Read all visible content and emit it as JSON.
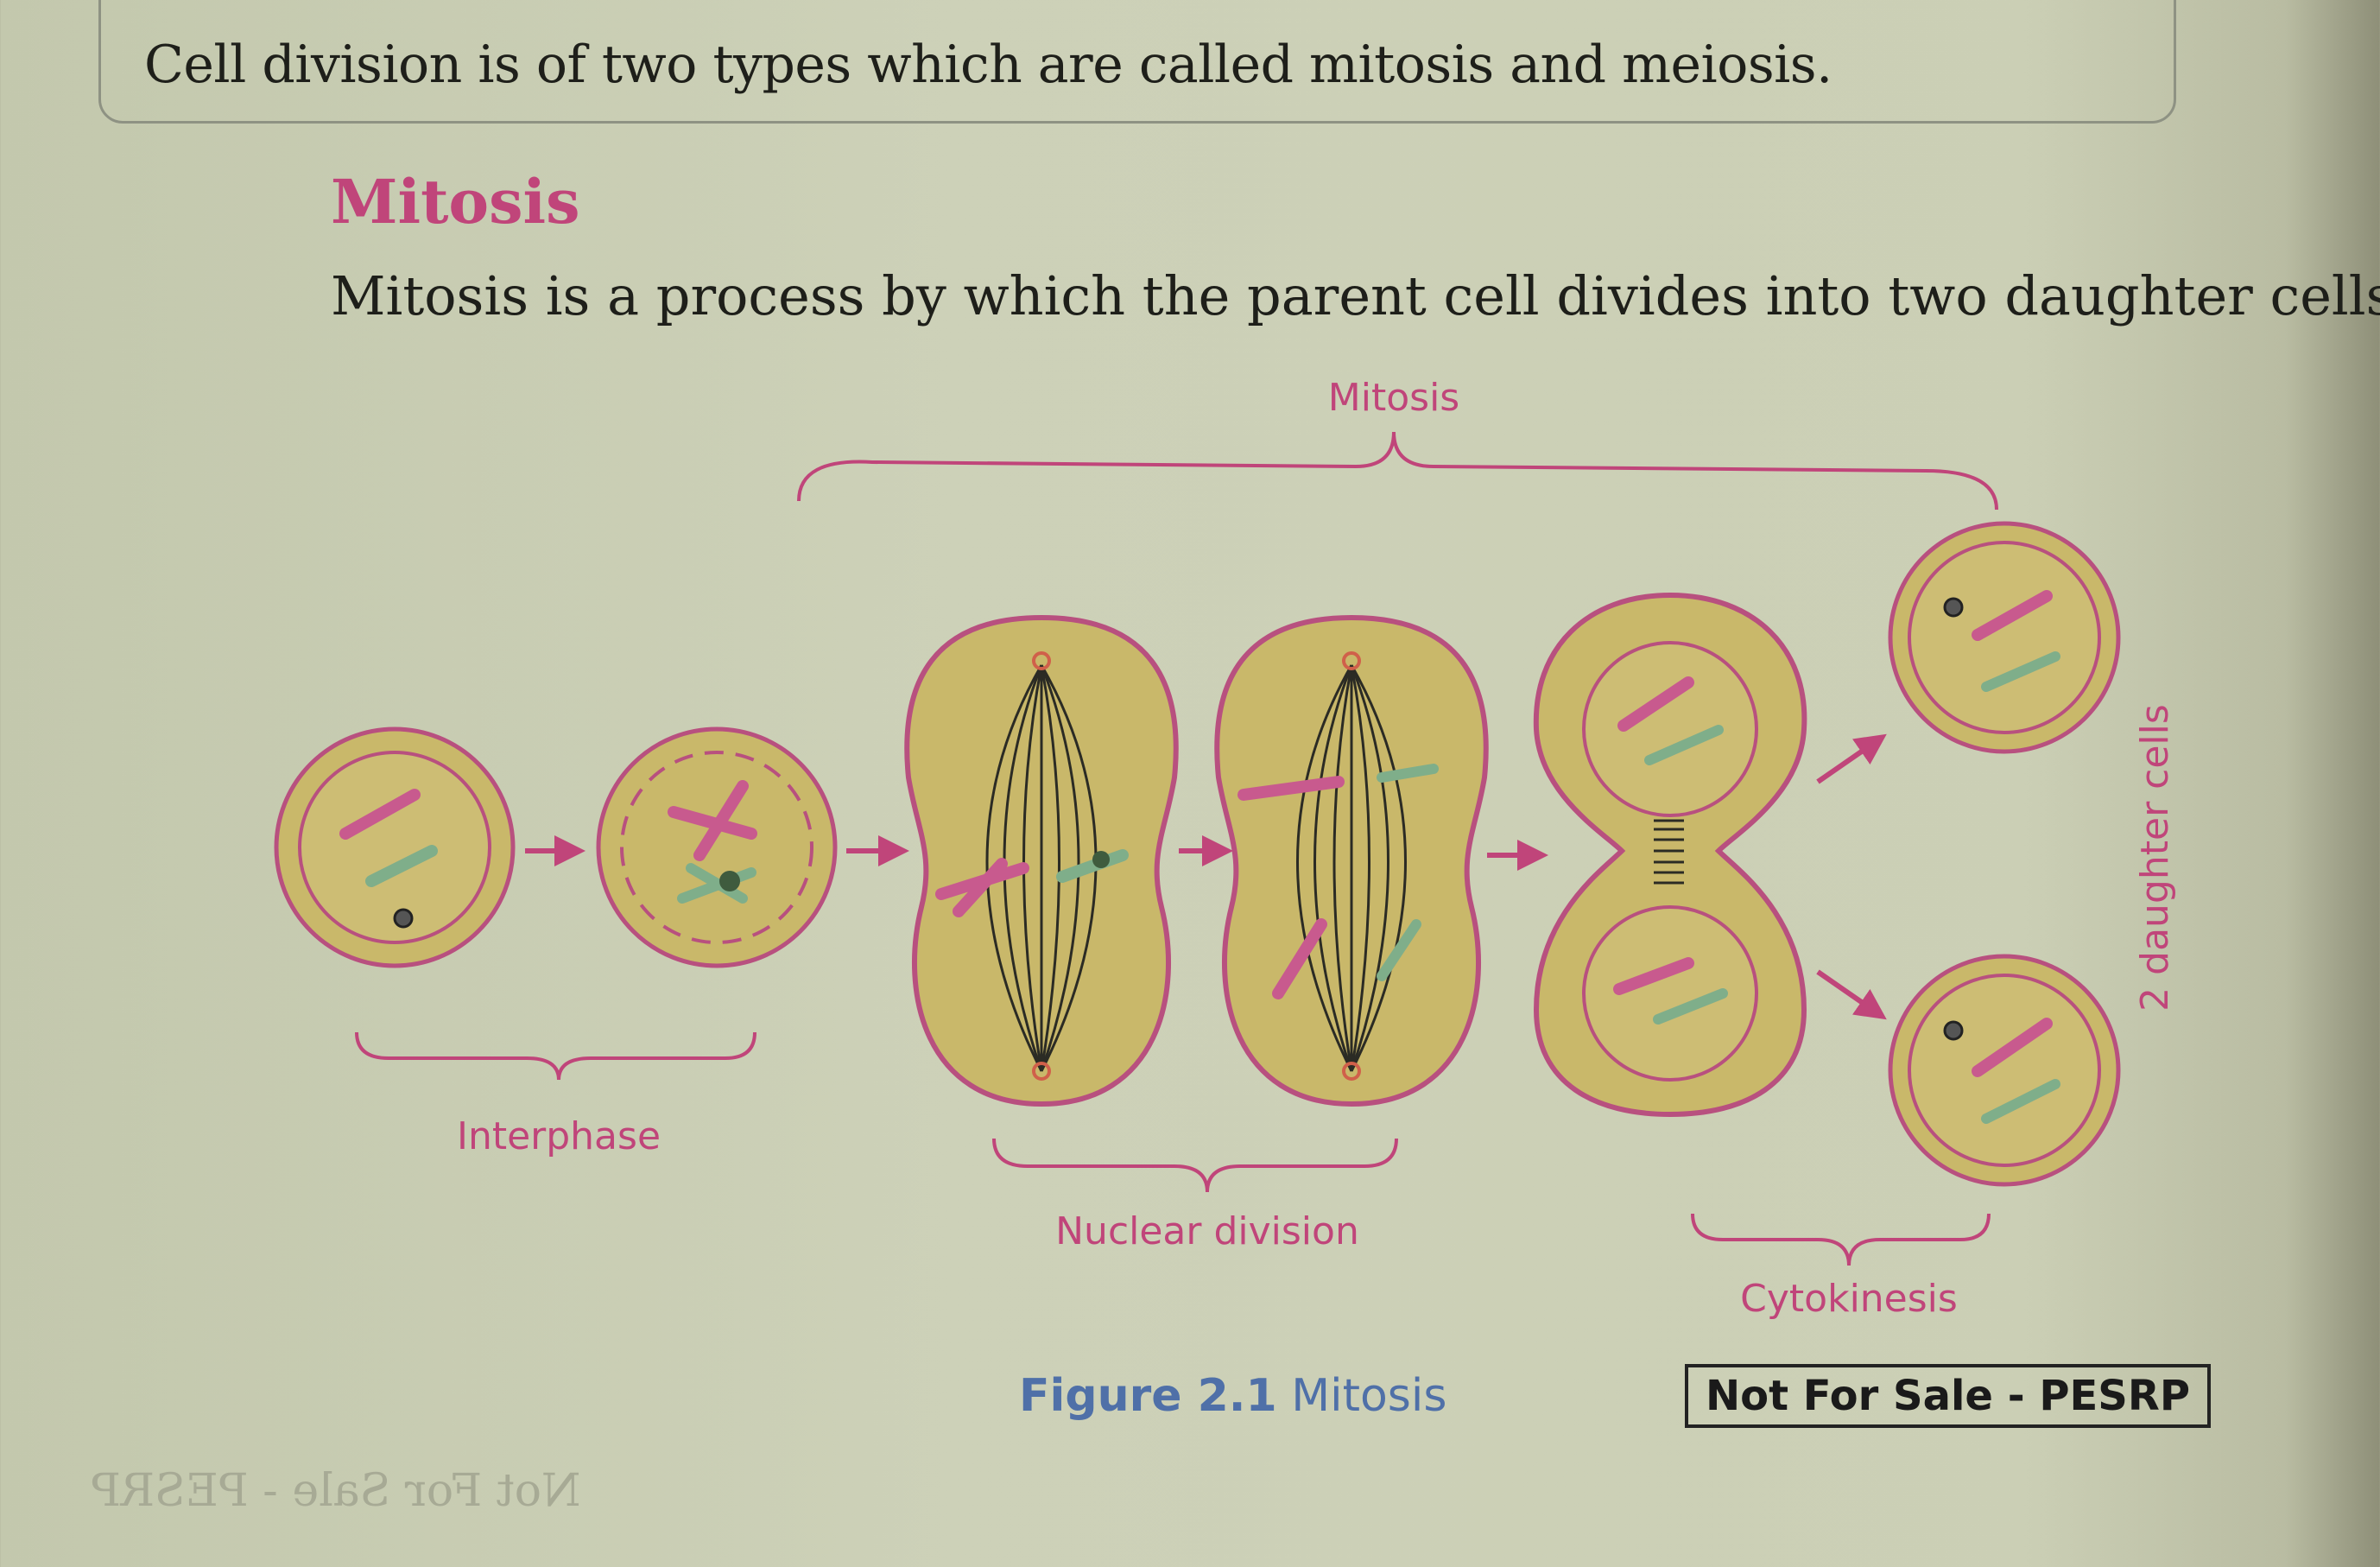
{
  "intro_box": {
    "text": "Cell division is of two types which are called mitosis and meiosis."
  },
  "section": {
    "heading": "Mitosis",
    "definition": "Mitosis is a process by which the parent cell divides into two daughter cells"
  },
  "figure": {
    "label_mitosis": "Mitosis",
    "label_interphase": "Interphase",
    "label_nuclear_division": "Nuclear division",
    "label_cytokinesis": "Cytokinesis",
    "label_daughter_cells": "2 daughter cells",
    "caption_number": "Figure 2.1",
    "caption_title": "Mitosis",
    "colors": {
      "cell_fill": "#c9b86a",
      "membrane": "#b8507f",
      "label": "#c0457a",
      "caption": "#4f70a8"
    }
  },
  "stamp": {
    "text": "Not For Sale - PESRP"
  },
  "bleed_through": {
    "footer": "Not For Sale - PESRP"
  }
}
